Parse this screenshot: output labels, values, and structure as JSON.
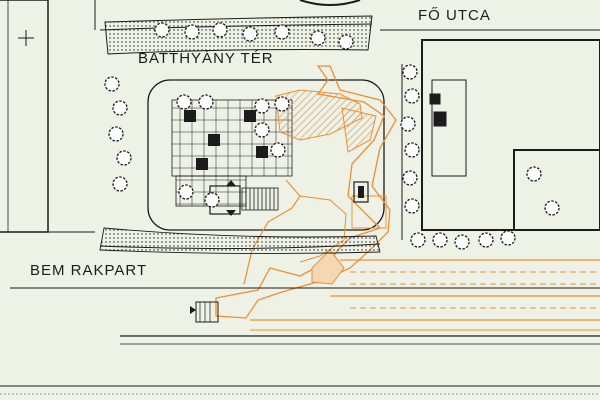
{
  "map": {
    "labels": {
      "square": "BATTHYÁNY TÉR",
      "street": "FŐ UTCA",
      "embankment": "BEM RAKPART"
    },
    "colors": {
      "background": "#eef1e6",
      "linework": "#1c1c1c",
      "proposal": "#ef8f2e",
      "proposal_fill": "#f6d7b4",
      "hatch": "#d2a06a"
    },
    "legend_symbols": [
      "tree-icon",
      "north-arrow-icon"
    ]
  }
}
